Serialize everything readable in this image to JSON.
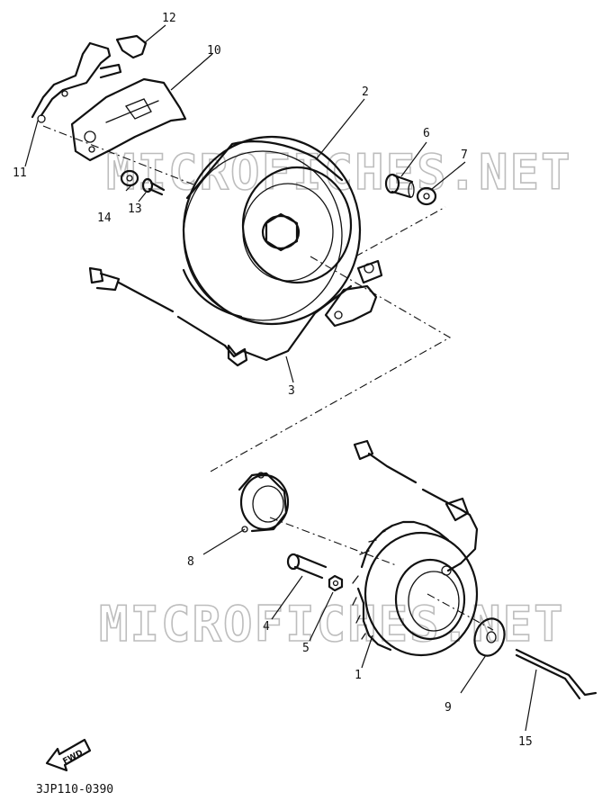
{
  "watermarks": [
    "MICROFICHES.NET",
    "MICROFICHES.NET"
  ],
  "diagram_code": "3JP110-0390",
  "fwd_label": "FWD",
  "callouts": [
    "1",
    "2",
    "3",
    "4",
    "5",
    "6",
    "7",
    "8",
    "9",
    "10",
    "11",
    "12",
    "13",
    "14",
    "15"
  ]
}
